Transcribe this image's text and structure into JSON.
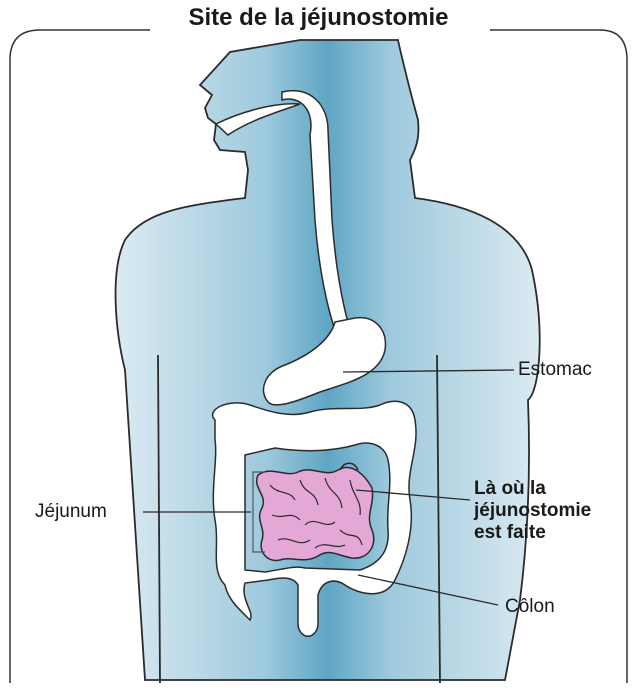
{
  "title": "Site de la jéjunostomie",
  "labels": {
    "estomac": "Estomac",
    "jejunum": "Jéjunum",
    "site_line1": "Là où la",
    "site_line2": "jéjunostomie",
    "site_line3": "est faite",
    "colon": "Côlon"
  },
  "colors": {
    "body_light": "#dbeaf2",
    "body_dark": "#5fa6c4",
    "intestine_pink": "#e3a8d6",
    "outline": "#2b2b2b",
    "frame": "#333333"
  }
}
